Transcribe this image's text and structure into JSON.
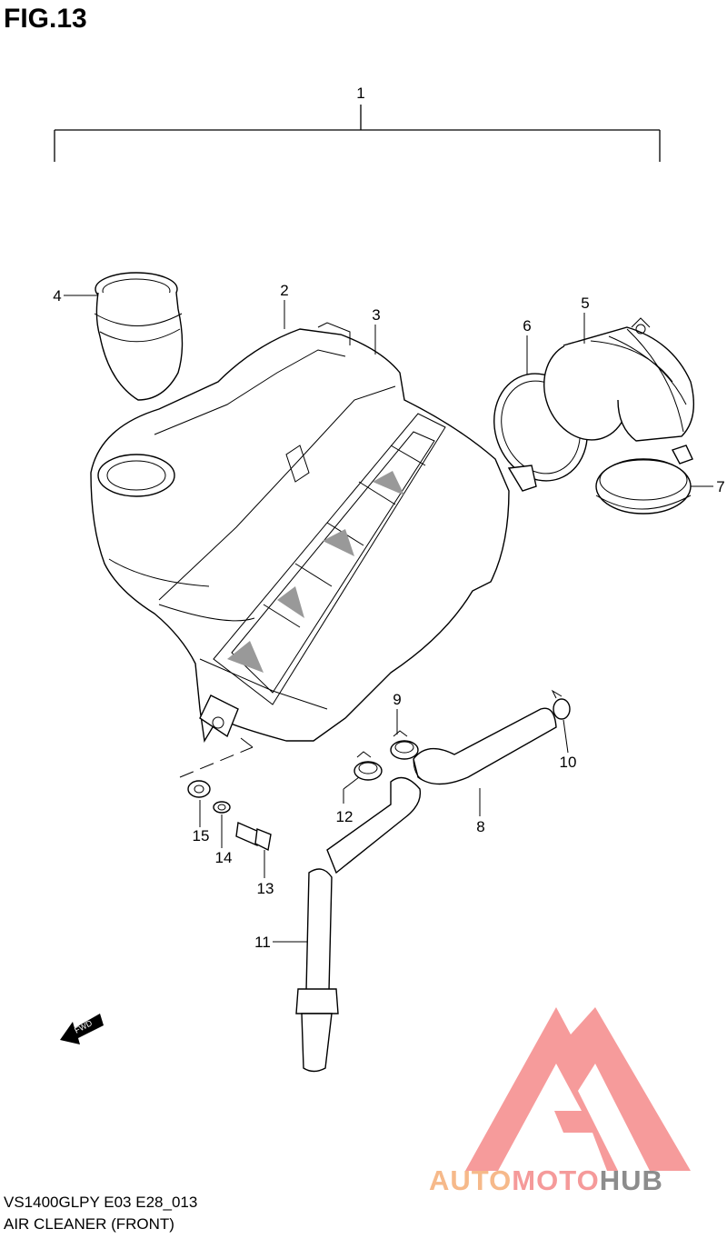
{
  "figure": {
    "title": "FIG.13",
    "model_code": "VS1400GLPY E03 E28_013",
    "assembly_name": "AIR CLEANER (FRONT)"
  },
  "callouts": [
    "1",
    "2",
    "3",
    "4",
    "5",
    "6",
    "7",
    "8",
    "9",
    "10",
    "11",
    "12",
    "13",
    "14",
    "15"
  ],
  "fwd_label": "FWD",
  "watermark": {
    "part1": "AUTO",
    "part2": "MOTO",
    "part3": "HUB",
    "colors": {
      "auto": "#f6b98a",
      "moto": "#f59a9a",
      "hub": "#8c8c8c",
      "mark": "#f37a7a"
    }
  }
}
